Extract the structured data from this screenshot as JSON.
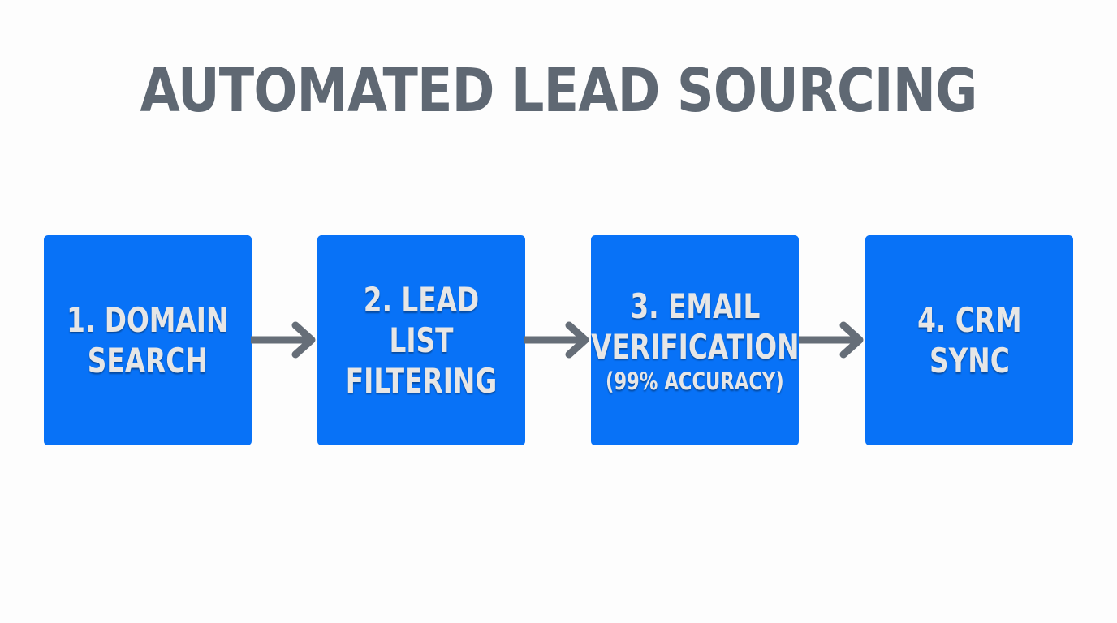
{
  "title": "AUTOMATED LEAD SOURCING",
  "steps": [
    {
      "label": "1. DOMAIN\nSEARCH",
      "sub": ""
    },
    {
      "label": "2. LEAD LIST\nFILTERING",
      "sub": ""
    },
    {
      "label": "3. EMAIL\nVERIFICATION",
      "sub": "(99% ACCURACY)"
    },
    {
      "label": "4. CRM\nSYNC",
      "sub": ""
    }
  ],
  "colors": {
    "box": "#0872f7",
    "arrow": "#666e78",
    "title": "#5f6873",
    "text": "#e6e6e6"
  }
}
